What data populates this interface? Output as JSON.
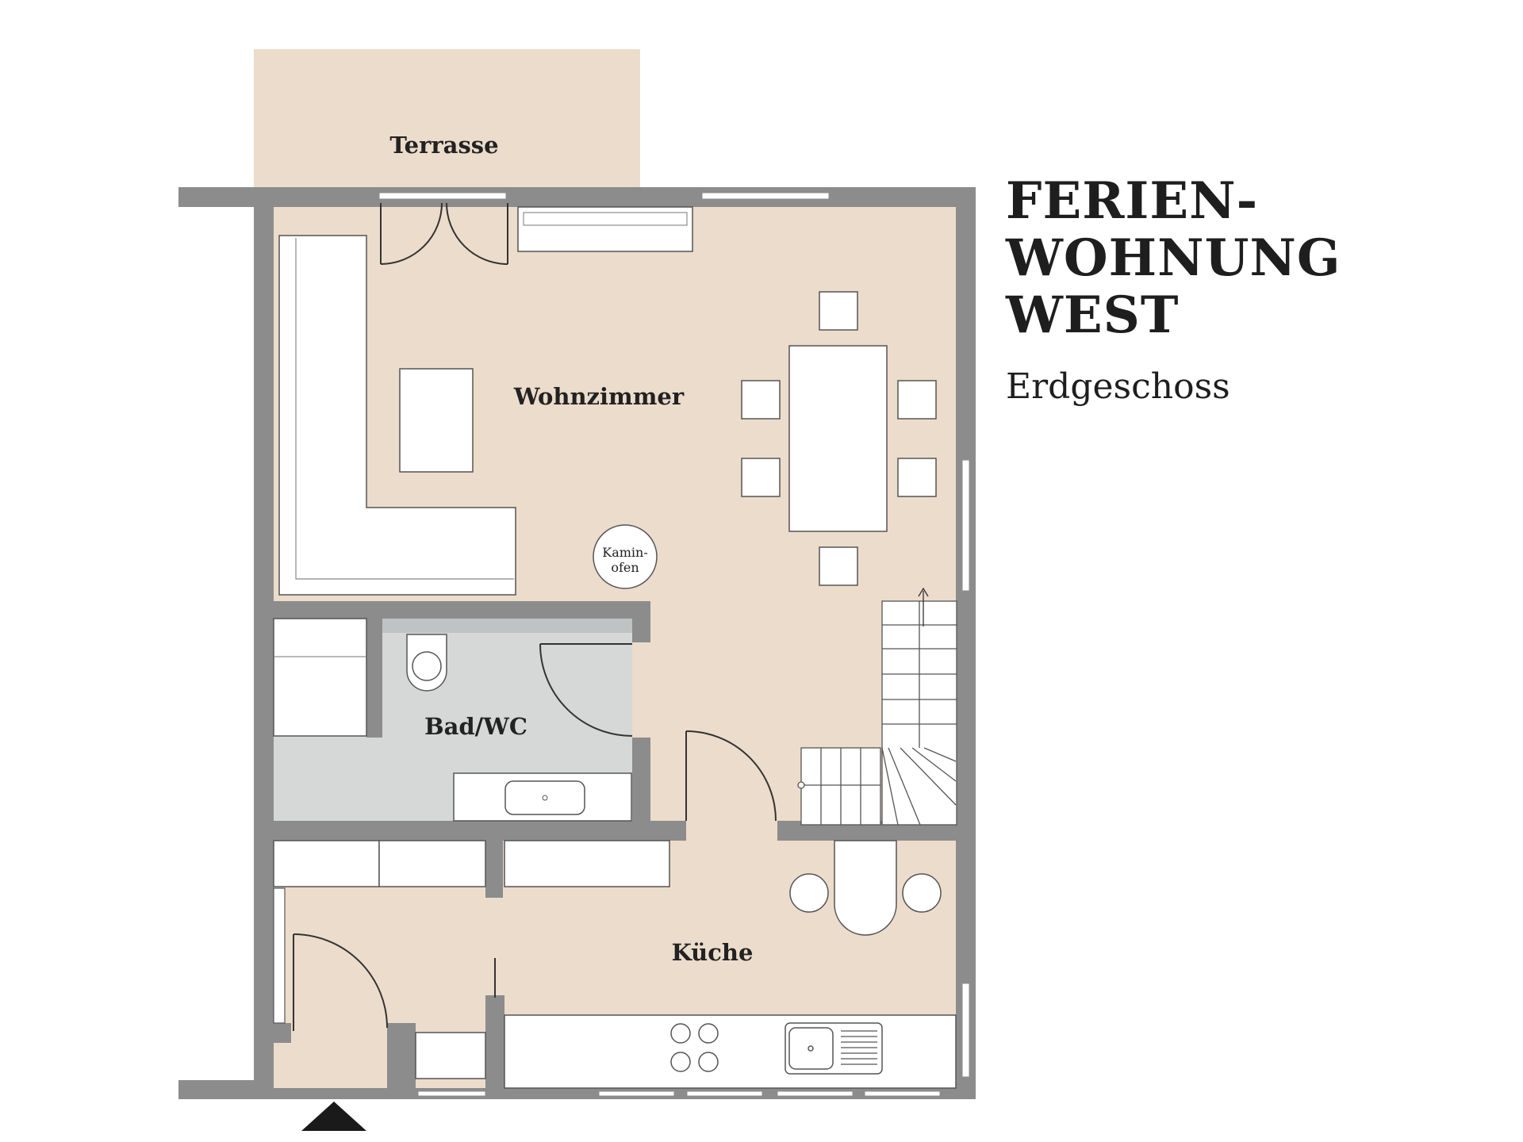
{
  "title": {
    "lines": [
      "FERIEN-",
      "WOHNUNG",
      "WEST"
    ],
    "subtitle": "Erdgeschoss"
  },
  "rooms": {
    "terrace": "Terrasse",
    "living": "Wohnzimmer",
    "bath": "Bad/WC",
    "kitchen": "Küche",
    "stove_line1": "Kamin-",
    "stove_line2": "ofen"
  },
  "colors": {
    "floor": "#ecdccb",
    "wall": "#8c8c8c",
    "bath_floor": "#d6d8d8",
    "furniture": "#ffffff",
    "line": "#555555"
  }
}
